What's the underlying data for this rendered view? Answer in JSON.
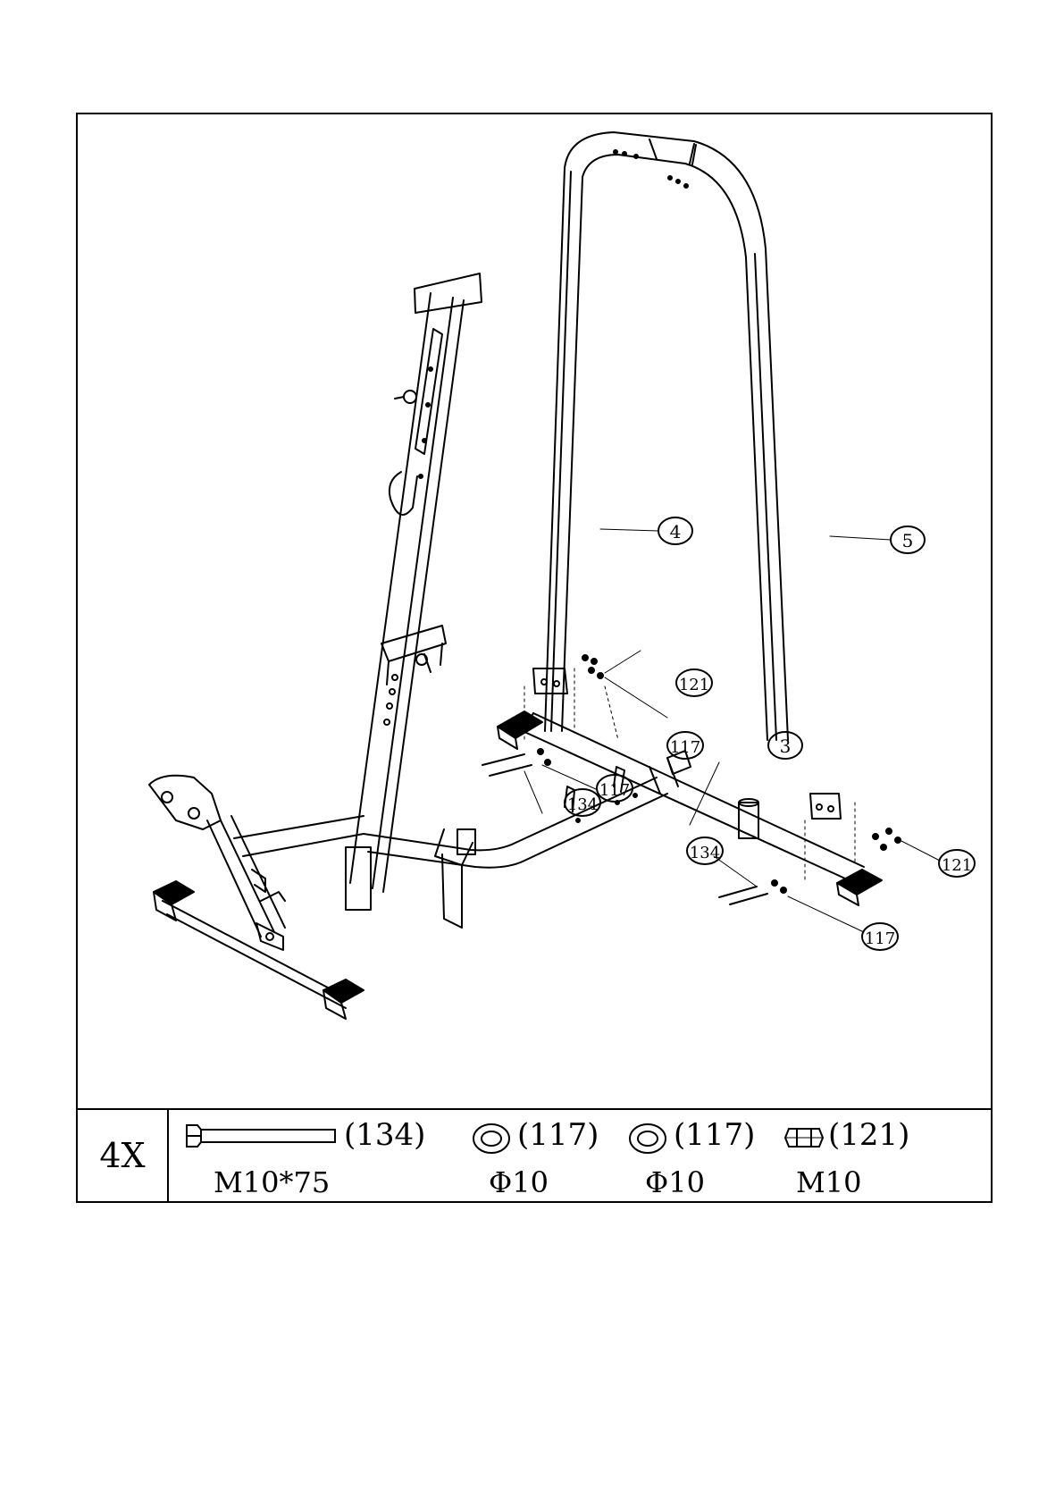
{
  "callouts": {
    "c4": "4",
    "c5": "5",
    "c3": "3",
    "c121a": "121",
    "c117a": "117",
    "c117b": "117",
    "c134a": "134",
    "c134b": "134",
    "c121b": "121",
    "c117c": "117"
  },
  "hardware": {
    "quantity": "4X",
    "items": [
      {
        "ref": "(134)",
        "spec": "M10*75",
        "icon": "bolt-icon"
      },
      {
        "ref": "(117)",
        "spec": "Φ10",
        "icon": "washer-icon"
      },
      {
        "ref": "(117)",
        "spec": "Φ10",
        "icon": "washer-icon"
      },
      {
        "ref": "(121)",
        "spec": "M10",
        "icon": "nut-icon"
      }
    ]
  }
}
